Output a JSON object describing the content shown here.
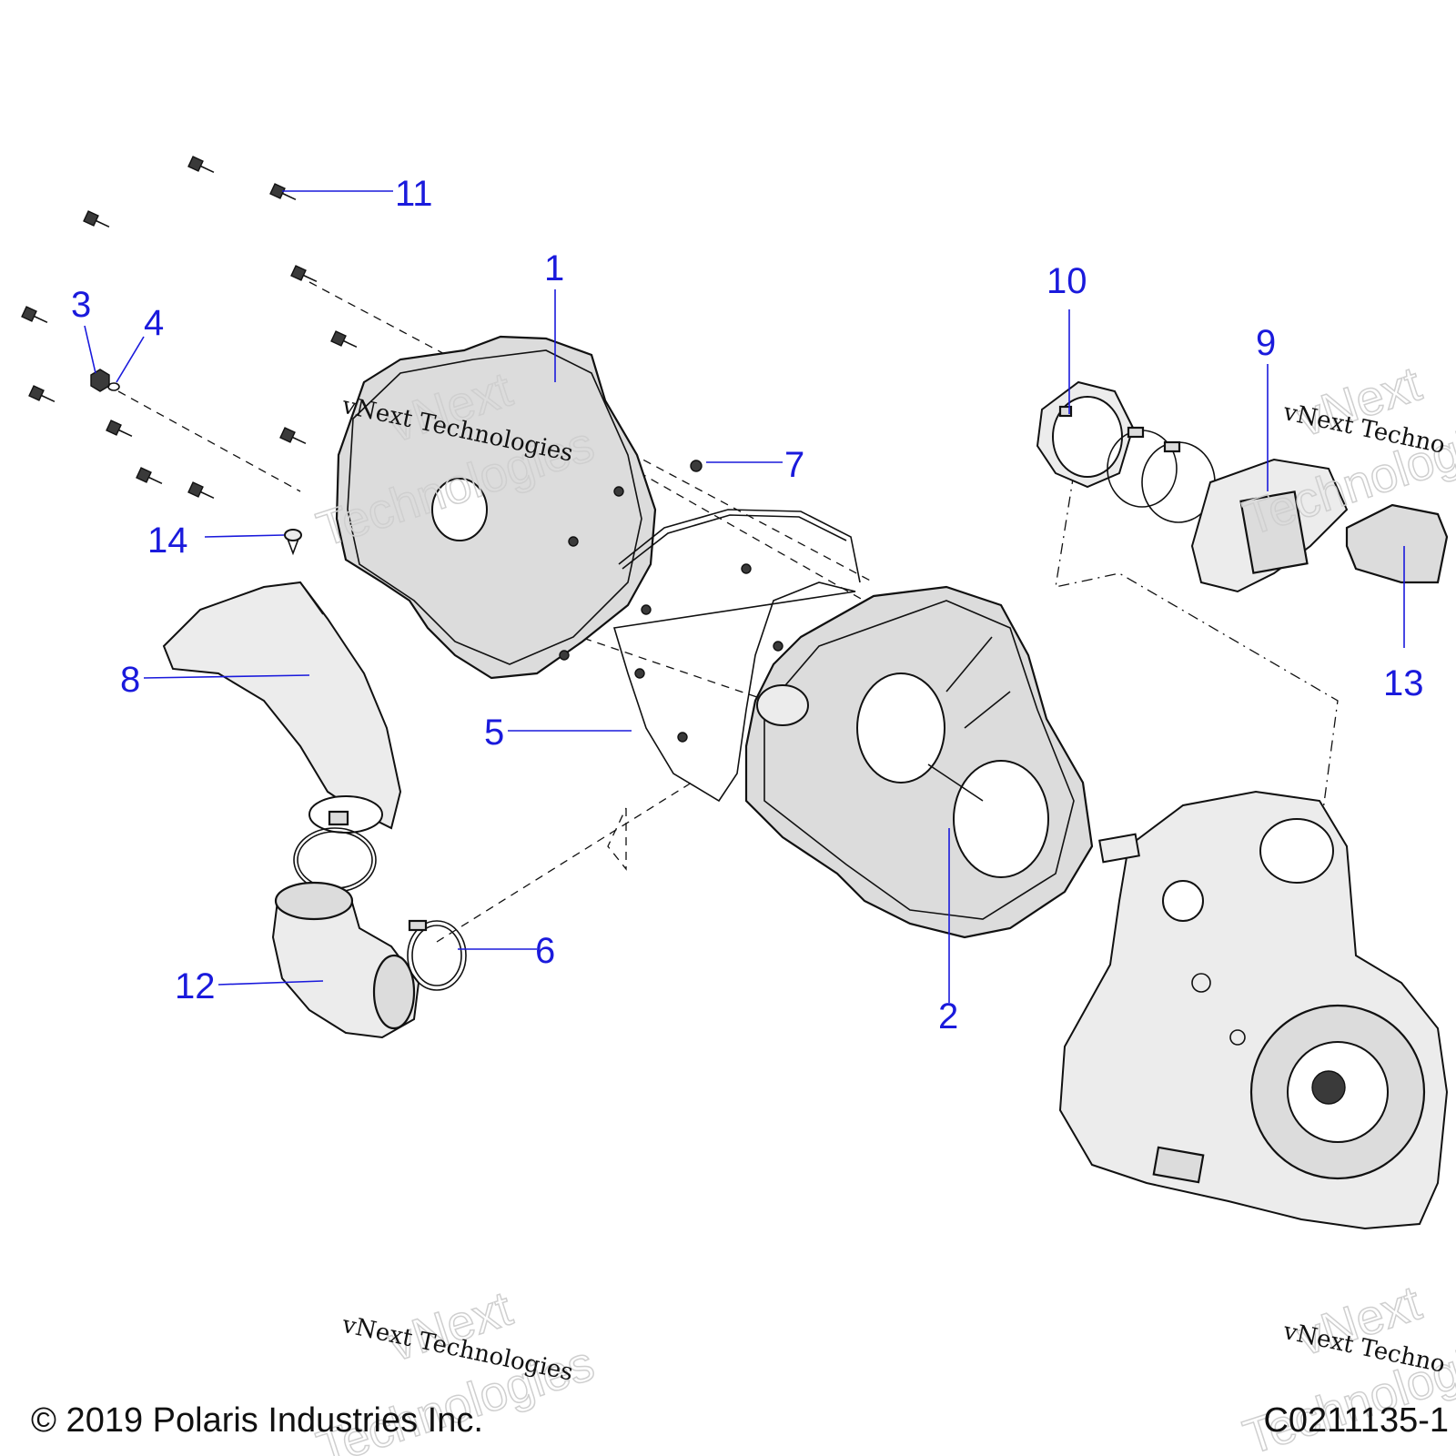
{
  "callouts": [
    {
      "id": "1",
      "label": "1"
    },
    {
      "id": "2",
      "label": "2"
    },
    {
      "id": "3",
      "label": "3"
    },
    {
      "id": "4",
      "label": "4"
    },
    {
      "id": "5",
      "label": "5"
    },
    {
      "id": "6",
      "label": "6"
    },
    {
      "id": "7",
      "label": "7"
    },
    {
      "id": "8",
      "label": "8"
    },
    {
      "id": "9",
      "label": "9"
    },
    {
      "id": "10",
      "label": "10"
    },
    {
      "id": "11",
      "label": "11"
    },
    {
      "id": "12",
      "label": "12"
    },
    {
      "id": "13",
      "label": "13"
    },
    {
      "id": "14",
      "label": "14"
    }
  ],
  "watermark": {
    "line1": "vNext",
    "line2": "Technologies",
    "caption": "vNext Technologies",
    "caption_right": "vNext Techno"
  },
  "footer": {
    "copyright": "© 2019 Polaris Industries Inc.",
    "diagram_code": "C0211135-1"
  },
  "colors": {
    "callout": "#1a1adc",
    "ink": "#111111",
    "fill": "#dcdcdc"
  }
}
